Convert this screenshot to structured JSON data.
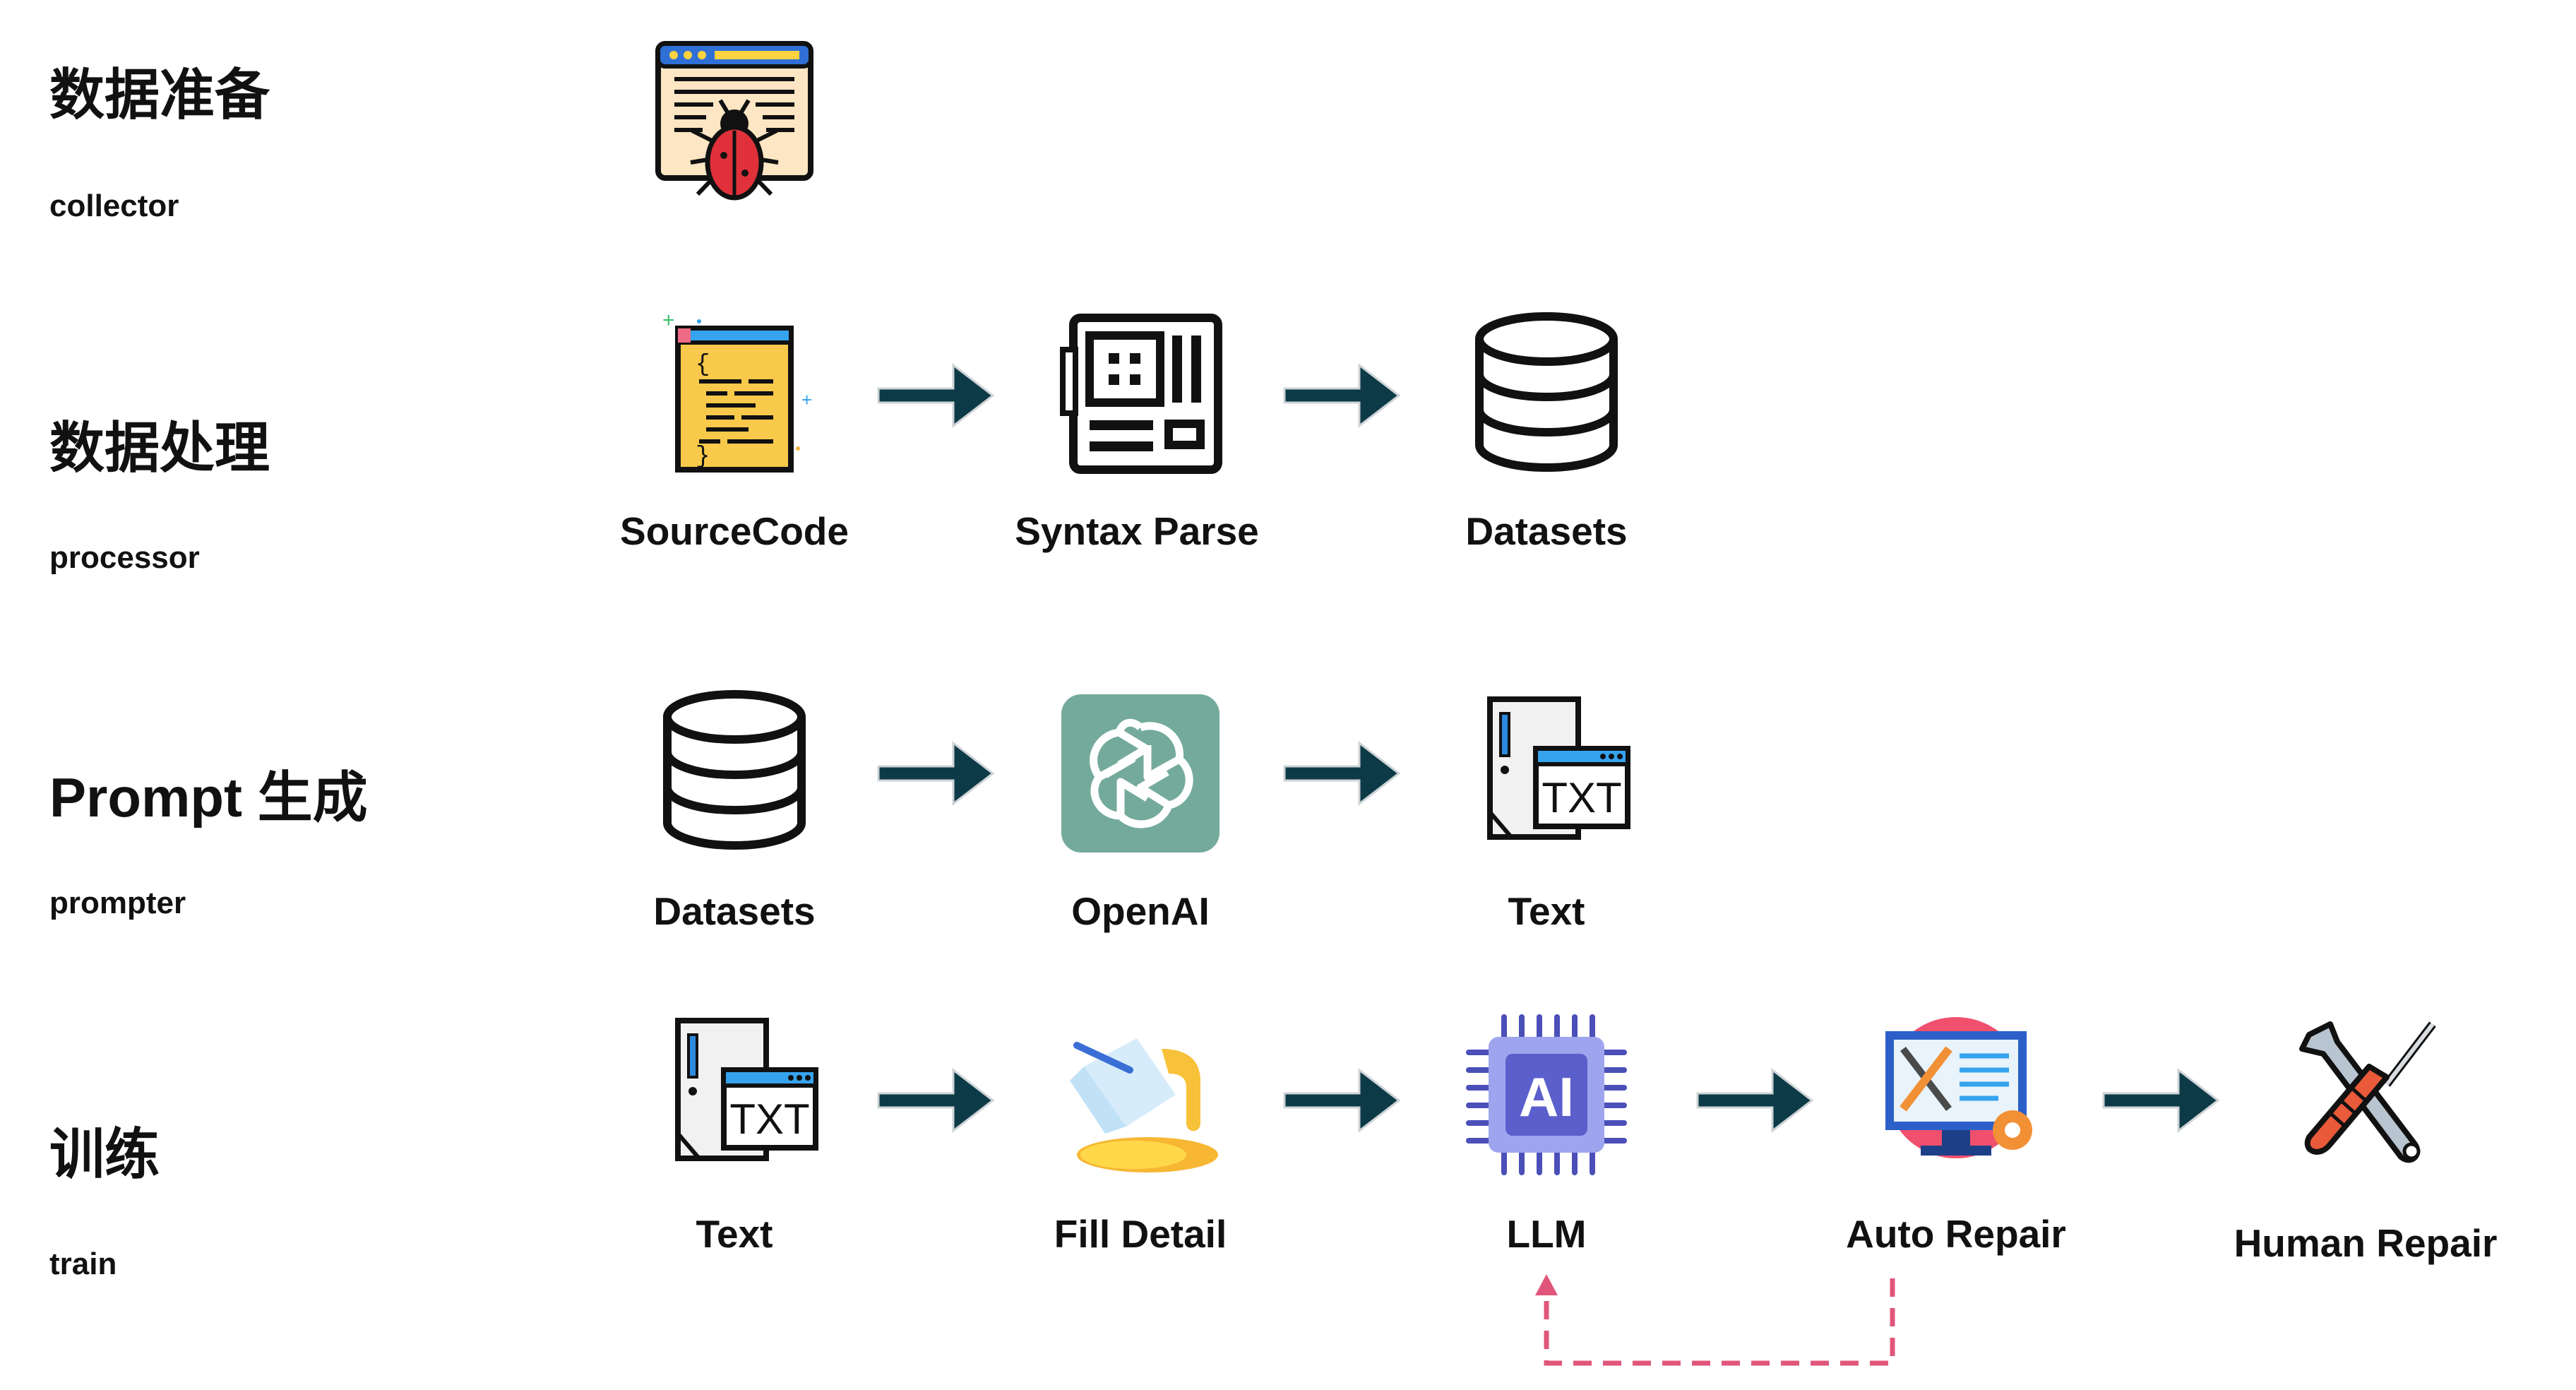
{
  "stages": [
    {
      "title": "数据准备",
      "sub": "collector"
    },
    {
      "title": "数据处理",
      "sub": "processor"
    },
    {
      "title": "Prompt 生成",
      "sub": "prompter"
    },
    {
      "title": "训练",
      "sub": "train"
    }
  ],
  "rows": {
    "processor": {
      "source": "SourceCode",
      "parse": "Syntax Parse",
      "datasets": "Datasets"
    },
    "prompter": {
      "datasets": "Datasets",
      "openai": "OpenAI",
      "text": "Text"
    },
    "train": {
      "text": "Text",
      "fill": "Fill Detail",
      "llm": "LLM",
      "auto": "Auto Repair",
      "human": "Human Repair"
    }
  },
  "icons": [
    "bug-browser-icon",
    "source-code-icon",
    "cpu-chip-icon",
    "database-icon",
    "openai-logo-icon",
    "txt-file-icon",
    "paint-bucket-icon",
    "ai-chip-icon",
    "monitor-repair-icon",
    "wrench-screwdriver-icon"
  ],
  "colors": {
    "arrow": "#0d3a47",
    "feedback": "#e0567a",
    "openai": "#74aa9c"
  }
}
